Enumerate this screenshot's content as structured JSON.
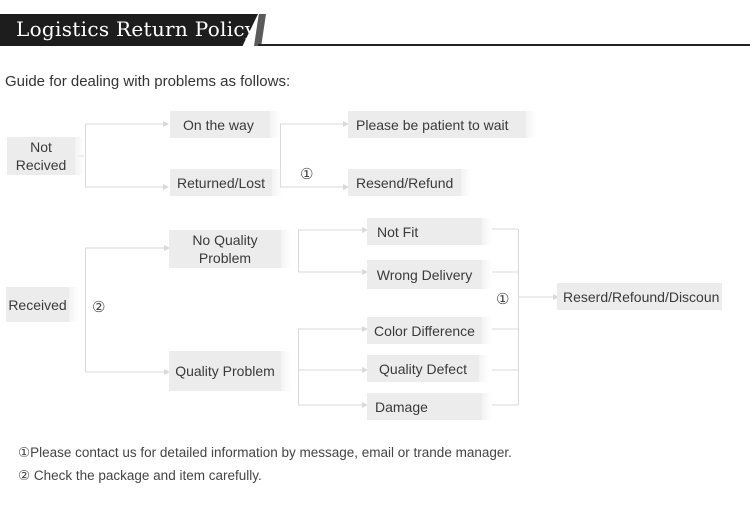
{
  "header": {
    "title": "Logistics Return Policy"
  },
  "guide": "Guide for dealing with problems as follows:",
  "flow": {
    "not_received": "Not Recived",
    "on_the_way": "On the way",
    "wait": "Please be patient to wait",
    "returned_lost": "Returned/Lost",
    "marker1": "①",
    "resend_refund": "Resend/Refund",
    "received": "Received",
    "marker2": "②",
    "no_quality_problem": "No Quality Problem",
    "not_fit": "Not Fit",
    "wrong_delivery": "Wrong Delivery",
    "quality_problem": "Quality Problem",
    "color_difference": "Color Difference",
    "quality_defect": "Quality Defect",
    "damage": "Damage",
    "marker1b": "①",
    "resend_refund_discount": "Reserd/Refound/Discoun"
  },
  "notes": {
    "note1": "①Please contact us for detailed information by message, email or trande manager.",
    "note2": "② Check the package and item carefully."
  },
  "colors": {
    "box": "#ececec",
    "line": "#dcdcdc",
    "title_bg": "#1d1d1d"
  }
}
